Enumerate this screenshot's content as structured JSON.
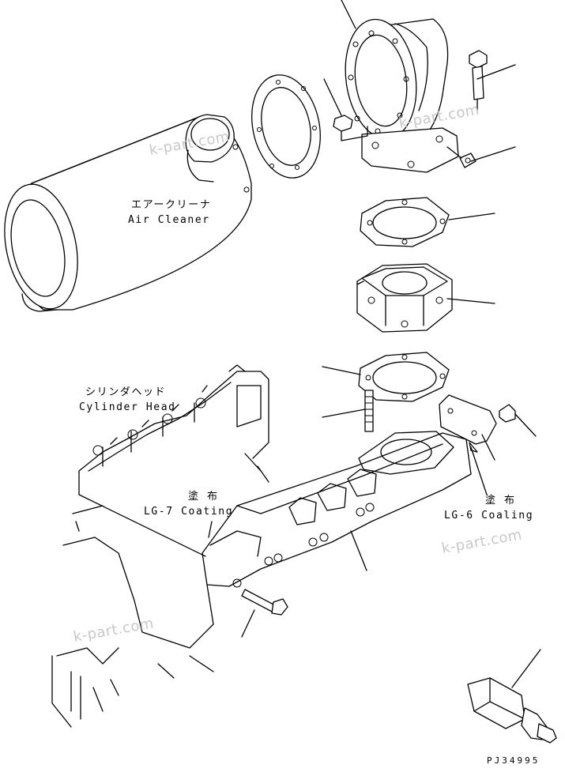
{
  "labels": {
    "air_cleaner_jp": "エアークリーナ",
    "air_cleaner_en": "Air Cleaner",
    "cylinder_head_jp": "シリンダヘッド",
    "cylinder_head_en": "Cylinder Head",
    "coating_jp_left": "塗 布",
    "coating_en_left": "LG-7 Coating",
    "coating_jp_right": "塗 布",
    "coating_en_right": "LG-6 Coaling",
    "drawing_code": "PJ34995"
  },
  "watermarks": [
    "k-part.com",
    "k-part.com",
    "k-part.com",
    "k-part.com"
  ]
}
